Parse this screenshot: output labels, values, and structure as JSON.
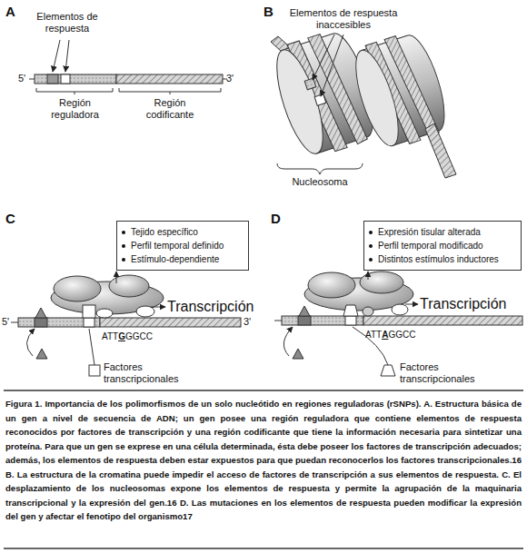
{
  "diagram": {
    "caption": "Figura 1. Importancia de los polimorfismos de un solo nucleótido en regiones reguladoras (rSNPs). A. Estructura básica de un gen a nivel de secuencia de ADN; un gen posee una región reguladora que contiene elementos de respuesta reconocidos por factores de transcripción y una región codificante que tiene la información necesaria para sintetizar una proteína. Para que un gen se exprese en una célula determinada, ésta debe poseer los factores de transcripción adecuados; además, los elementos de respuesta deben estar expuestos para que puedan reconocerlos los factores transcripcionales.16 B. La estructura de la cromatina puede impedir el acceso de factores de transcripción a sus elementos de respuesta. C. El desplazamiento de los nucleosomas expone los elementos de respuesta y permite la agrupación de la maquinaria transcripcional y la expresión del gen.16 D. Las mutaciones en los elementos de respuesta pueden modificar la expresión del gen y afectar el fenotipo del organismo17",
    "nodes": [
      {
        "text": [
          "Tejido específico",
          "Perfil temporal definido",
          "Estímulo-dependiente"
        ]
      },
      {
        "text": [
          "Expresión tisular alterada",
          "Perfil temporal modificado",
          "Distintos estímulos inductores"
        ]
      }
    ],
    "labels": [
      "A",
      "Elementos de respuesta",
      "5'",
      "3'",
      "Región reguladora",
      "Región codificante",
      "B",
      "Elementos de respuesta inaccesibles",
      "Nucleosoma",
      "C",
      "Transcripción",
      "5'",
      "3'",
      "ATTGGGCC",
      "Factores transcripcionales",
      "D",
      "Transcripción",
      "ATTAGGCC",
      "Factores transcripcionales"
    ]
  }
}
